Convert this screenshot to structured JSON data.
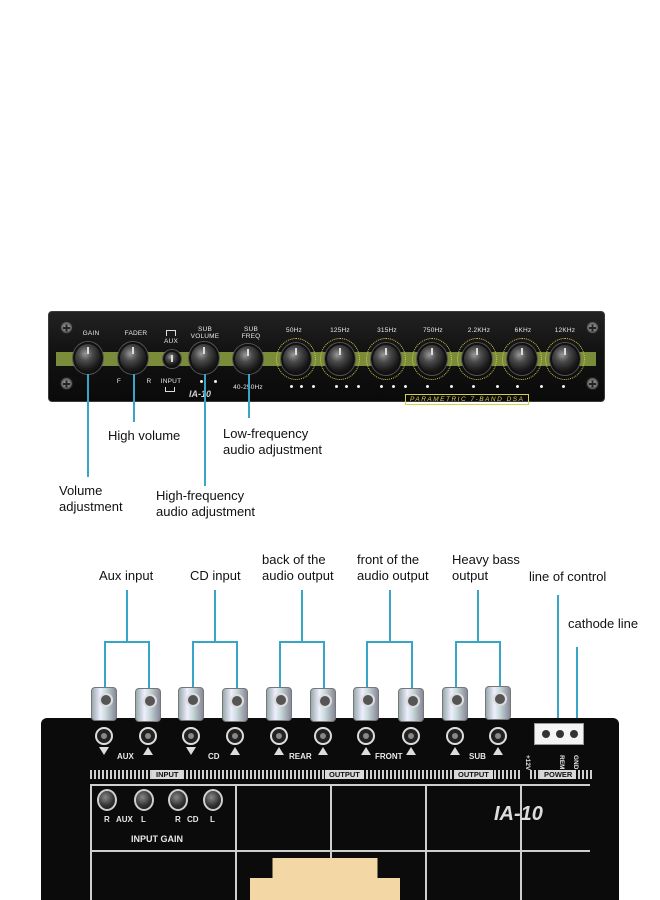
{
  "front_panel": {
    "labels": {
      "gain": "GAIN",
      "fader": "FADER",
      "aux": "AUX",
      "sub_volume": "SUB\nVOLUME",
      "sub_freq": "SUB\nFREQ",
      "input": "INPUT",
      "f": "F",
      "r": "R",
      "sub_range": "40-250Hz",
      "model": "IA-10",
      "band_label": "PARAMETRIC  7-BAND  DSA"
    },
    "bands": [
      "50Hz",
      "125Hz",
      "315Hz",
      "750Hz",
      "2.2KHz",
      "6KHz",
      "12KHz"
    ],
    "annotations": {
      "high_volume": "High volume",
      "low_freq": "Low-frequency\naudio adjustment",
      "volume": "Volume\nadjustment",
      "high_freq": "High-frequency\naudio adjustment"
    }
  },
  "rear_panel": {
    "annotations": {
      "aux_input": "Aux input",
      "cd_input": "CD input",
      "rear_output": "back of the\naudio output",
      "front_output": "front of the\naudio output",
      "sub_output": "Heavy bass\noutput",
      "control_line": "line of control",
      "cathode_line": "cathode line"
    },
    "jack_labels": {
      "aux": "AUX",
      "cd": "CD",
      "rear": "REAR",
      "front": "FRONT",
      "sub": "SUB"
    },
    "bar_labels": {
      "input": "INPUT",
      "output1": "OUTPUT",
      "output2": "OUTPUT",
      "power": "POWER"
    },
    "power_labels": [
      "+12V",
      "REM",
      "GND"
    ],
    "gain_labels": {
      "r1": "R",
      "aux": "AUX",
      "l1": "L",
      "r2": "R",
      "cd": "CD",
      "l2": "L"
    },
    "input_gain": "INPUT GAIN",
    "model": "IA-10"
  },
  "colors": {
    "annotation_line": "#36a5c6",
    "panel_stripe": "#7a8c3a",
    "label_accent": "#d9cf4e"
  }
}
